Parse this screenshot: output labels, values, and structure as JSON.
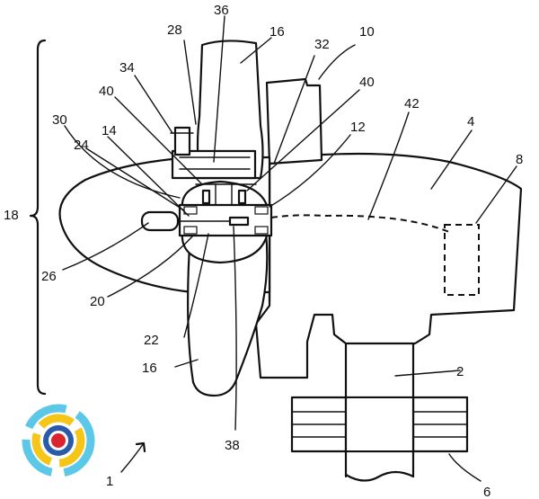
{
  "diagram": {
    "reference_numerals": {
      "n36": "36",
      "n28": "28",
      "n16_top": "16",
      "n32": "32",
      "n10": "10",
      "n34": "34",
      "n40_left": "40",
      "n40_right": "40",
      "n42": "42",
      "n4": "4",
      "n30": "30",
      "n14": "14",
      "n12": "12",
      "n24": "24",
      "n8": "8",
      "n18": "18",
      "n26": "26",
      "n20": "20",
      "n22": "22",
      "n16_bottom": "16",
      "n2": "2",
      "n38": "38",
      "n1": "1",
      "n6": "6"
    },
    "logo": {
      "colors": {
        "outer_ring": "#5bc8e8",
        "middle_ring": "#f5c518",
        "inner_ring": "#2a5aa8",
        "core": "#d9262e"
      }
    }
  }
}
